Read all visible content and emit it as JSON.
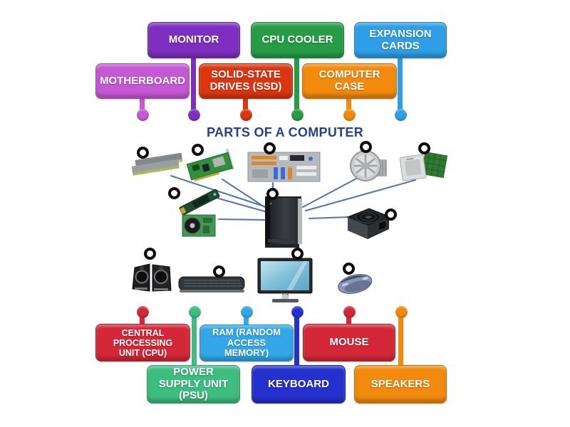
{
  "title": {
    "text": "PARTS OF A COMPUTER",
    "color": "#24418C"
  },
  "connector_line_color": "#4F74B8",
  "marker_color": "#0b0b0b",
  "top_labels": [
    {
      "label": "MONITOR",
      "color": "#7E2FC0"
    },
    {
      "label": "CPU COOLER",
      "color": "#279C47"
    },
    {
      "label": "EXPANSION CARDS",
      "color": "#2E9FE6"
    },
    {
      "label": "MOTHERBOARD",
      "color": "#C558D4"
    },
    {
      "label": "SOLID-STATE DRIVES (SSD)",
      "color": "#DC3610"
    },
    {
      "label": "COMPUTER CASE",
      "color": "#F28A0D"
    }
  ],
  "bottom_labels": [
    {
      "label": "CENTRAL PROCESSING UNIT (CPU)",
      "color": "#D42838"
    },
    {
      "label": "RAM (RANDOM ACCESS MEMORY)",
      "color": "#33A7E8"
    },
    {
      "label": "MOUSE",
      "color": "#D42838"
    },
    {
      "label": "POWER SUPPLY UNIT (PSU)",
      "color": "#3EBD80"
    },
    {
      "label": "KEYBOARD",
      "color": "#2531CE"
    },
    {
      "label": "SPEAKERS",
      "color": "#F28A0D"
    }
  ],
  "part_images": [
    "ram-modules",
    "expansion-card",
    "motherboard",
    "cpu-cooler",
    "cpu-chips",
    "ssd-drive",
    "hard-drive",
    "computer-case",
    "power-supply",
    "speakers",
    "keyboard",
    "monitor",
    "mouse"
  ]
}
